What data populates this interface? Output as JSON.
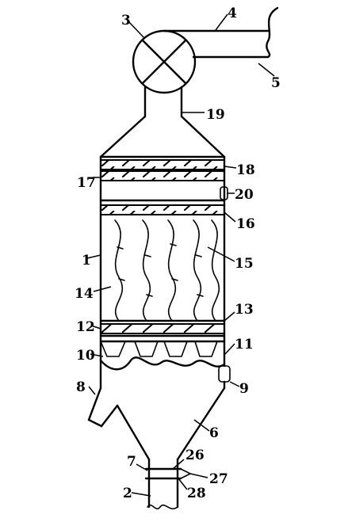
{
  "labels": {
    "l1": "1",
    "l2": "2",
    "l3": "3",
    "l4": "4",
    "l5": "5",
    "l6": "6",
    "l7": "7",
    "l8": "8",
    "l9": "9",
    "l10": "10",
    "l11": "11",
    "l12": "12",
    "l13": "13",
    "l14": "14",
    "l15": "15",
    "l16": "16",
    "l17": "17",
    "l18": "18",
    "l19": "19",
    "l20": "20",
    "l26": "26",
    "l27": "27",
    "l28": "28"
  }
}
